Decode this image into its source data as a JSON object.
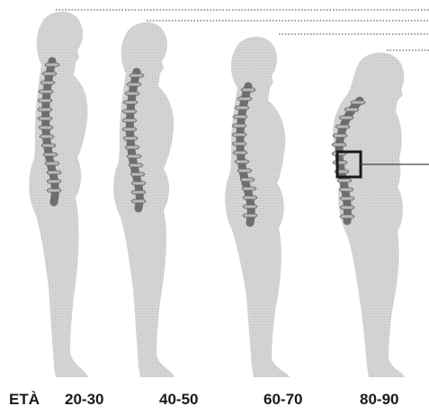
{
  "age_prefix": "ETÀ",
  "age_groups": [
    "20-30",
    "40-50",
    "60-70",
    "80-90"
  ],
  "colors": {
    "body": "#d2d2d2",
    "spine": "#6f6f6f",
    "vertebra": "#b8b8b8",
    "line": "#444444",
    "highlight_box": "#1a1a1a"
  }
}
